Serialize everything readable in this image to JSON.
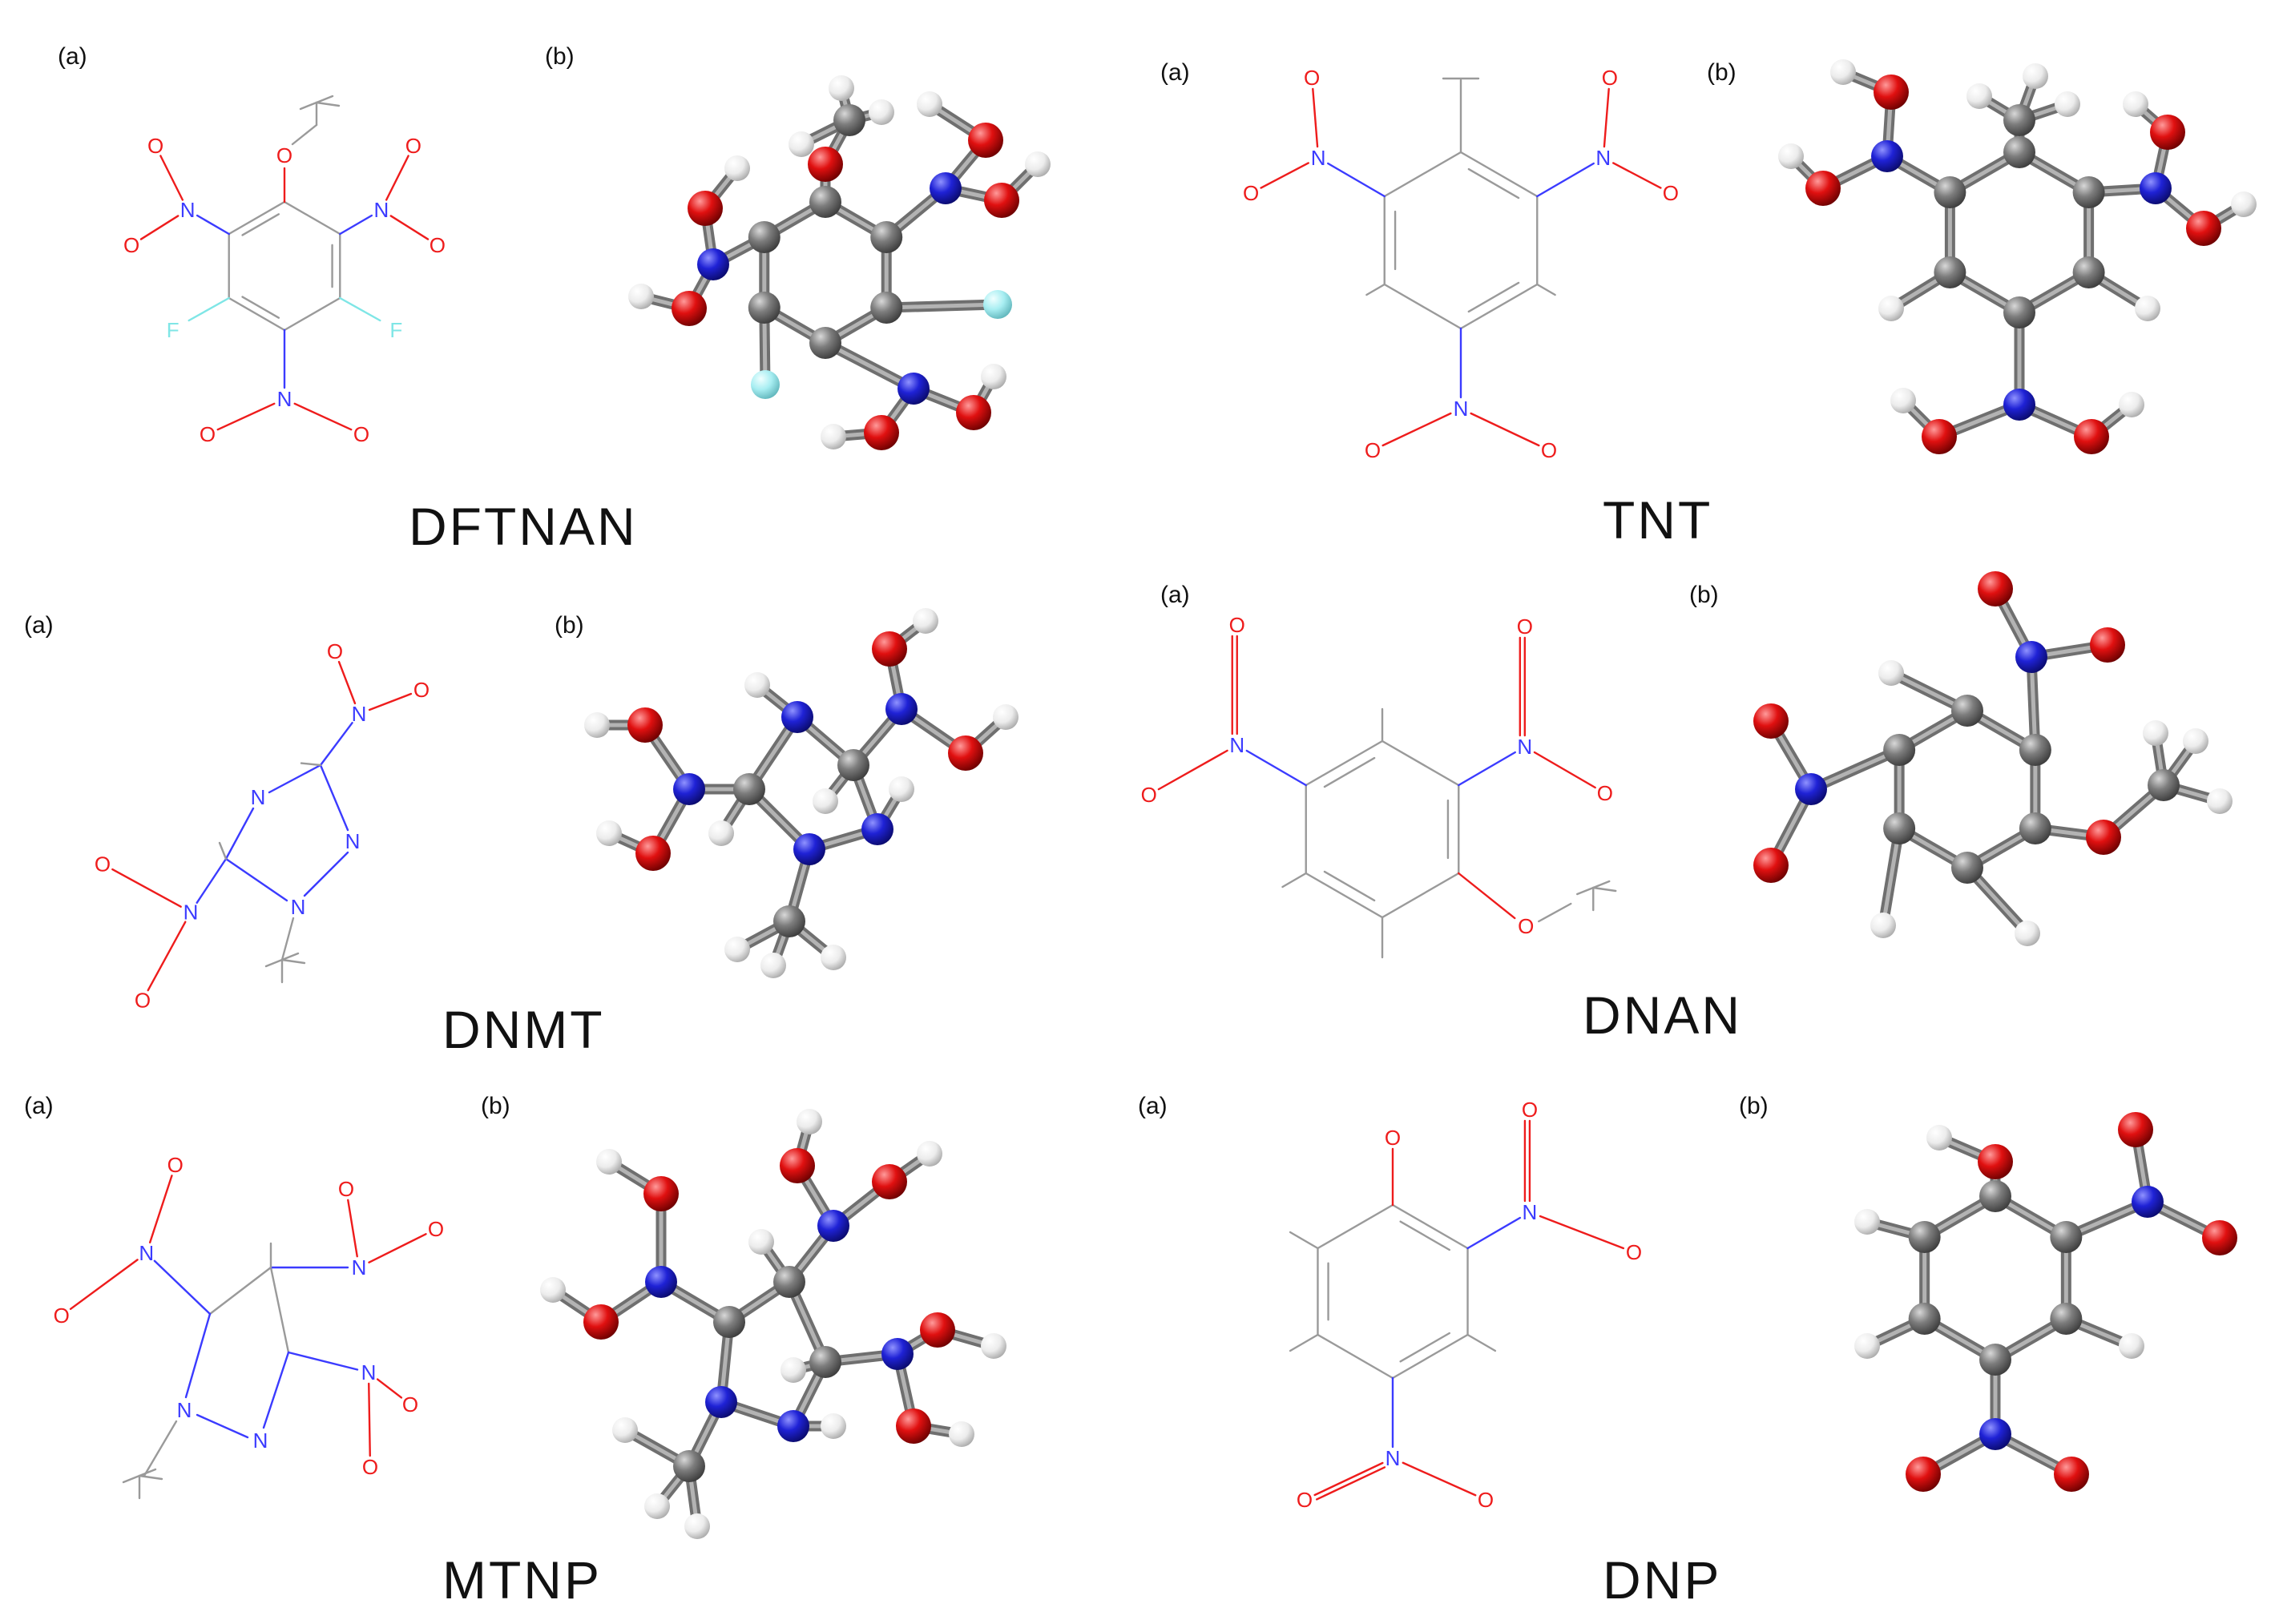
{
  "panel_labels": {
    "a": "(a)",
    "b": "(b)"
  },
  "compounds": [
    {
      "name": "DFTNAN"
    },
    {
      "name": "TNT"
    },
    {
      "name": "DNMT"
    },
    {
      "name": "DNAN"
    },
    {
      "name": "MTNP"
    },
    {
      "name": "DNP"
    }
  ],
  "atom_labels": {
    "N": "N",
    "O": "O",
    "F": "F"
  },
  "colors": {
    "carbon_bond": "#9a9a9a",
    "nitrogen_bond": "#3b3bff",
    "oxygen_bond": "#ee1c1c",
    "fluorine_bond": "#7fe6e6",
    "ball_C": "#7d7d7d",
    "ball_N": "#1f22d6",
    "ball_O": "#e01010",
    "ball_H": "#eeeeee",
    "ball_F": "#a8eef2"
  }
}
